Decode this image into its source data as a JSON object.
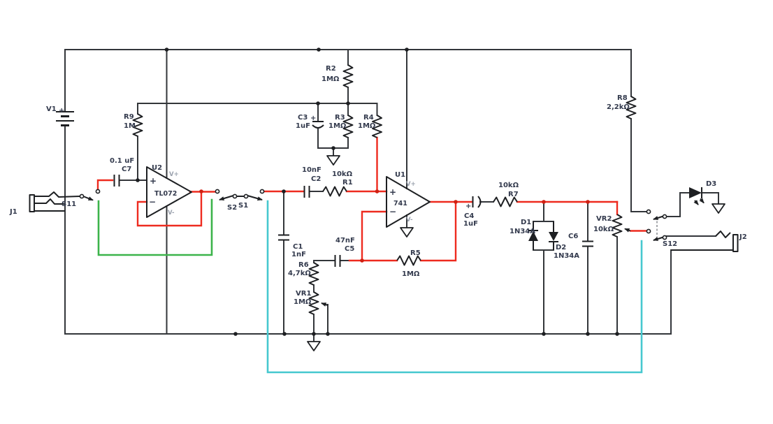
{
  "title": "guitar-pedal-schematic",
  "colors": {
    "wire": "#33363a",
    "effect_path_red": "#ee2b1f",
    "bypass_green": "#3cb44b",
    "bypass_cyan": "#46c8cf",
    "label": "#333a4d",
    "pin_label": "#9aa1ad"
  },
  "components": {
    "V1": {
      "ref": "V1",
      "plus": "+"
    },
    "J1": {
      "ref": "J1"
    },
    "S11": {
      "ref": "S11"
    },
    "R9": {
      "ref": "R9",
      "value": "1M"
    },
    "C7": {
      "ref": "C7",
      "value": "0.1 uF"
    },
    "U2": {
      "ref": "U2",
      "part": "TL072",
      "plus": "+",
      "minus": "−",
      "vplus": "V+",
      "vminus": "V-"
    },
    "S2": {
      "ref": "S2"
    },
    "S1": {
      "ref": "S1"
    },
    "R2": {
      "ref": "R2",
      "value": "1MΩ"
    },
    "C3": {
      "ref": "C3",
      "value": "1uF",
      "plus": "+"
    },
    "R3": {
      "ref": "R3",
      "value": "1MΩ"
    },
    "R4": {
      "ref": "R4",
      "value": "1MΩ"
    },
    "C2": {
      "ref": "C2",
      "value": "10nF"
    },
    "R1": {
      "ref": "R1",
      "value": "10kΩ"
    },
    "C1": {
      "ref": "C1",
      "value": "1nF"
    },
    "U1": {
      "ref": "U1",
      "part": "741",
      "plus": "+",
      "minus": "−",
      "vplus": "V+",
      "vminus": "V-"
    },
    "C5": {
      "ref": "C5",
      "value": "47nF"
    },
    "R5": {
      "ref": "R5",
      "value": "1MΩ"
    },
    "R6": {
      "ref": "R6",
      "value": "4,7kΩ"
    },
    "VR1": {
      "ref": "VR1",
      "value": "1MΩ"
    },
    "C4": {
      "ref": "C4",
      "value": "1uF",
      "plus": "+"
    },
    "R7": {
      "ref": "R7",
      "value": "10kΩ"
    },
    "D1": {
      "ref": "D1",
      "value": "1N34A"
    },
    "D2": {
      "ref": "D2",
      "value": "1N34A"
    },
    "C6": {
      "ref": "C6"
    },
    "R8": {
      "ref": "R8",
      "value": "2,2kΩ"
    },
    "VR2": {
      "ref": "VR2",
      "value": "10kΩ"
    },
    "S12": {
      "ref": "S12"
    },
    "D3": {
      "ref": "D3"
    },
    "J2": {
      "ref": "J2"
    }
  }
}
